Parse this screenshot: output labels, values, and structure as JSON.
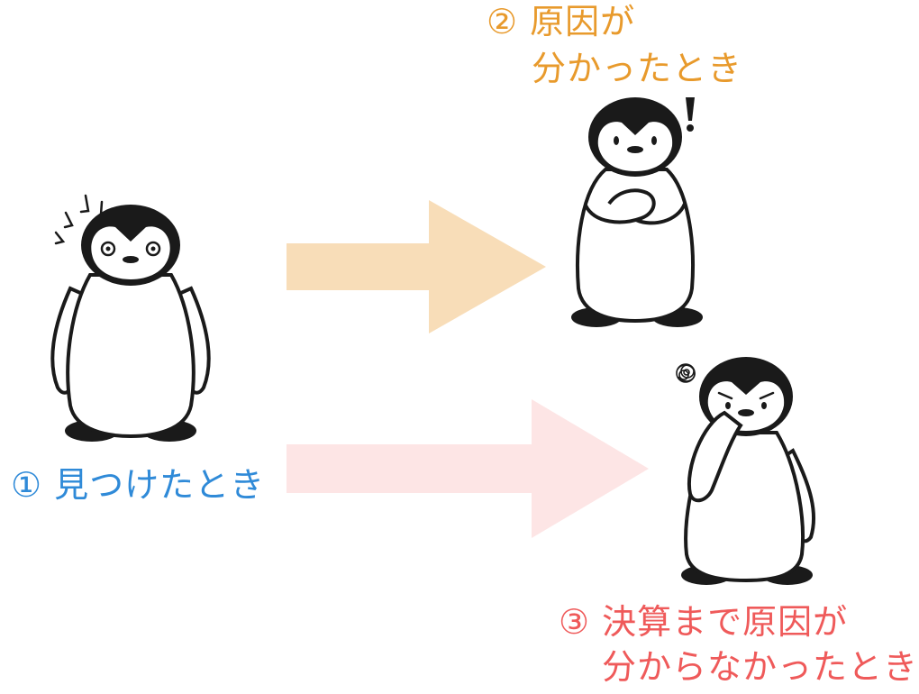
{
  "colors": {
    "step1": "#2f8ad8",
    "step2": "#e89a2c",
    "step3": "#ef5a5a",
    "arrow_upper": "#f8ddb8",
    "arrow_lower": "#fde5e5",
    "ink": "#1a1a1a"
  },
  "labels": {
    "step1": "① 見つけたとき",
    "step2_line1": "② 原因が",
    "step2_line2": "分かったとき",
    "step3_line1": "③ 決算まで原因が",
    "step3_line2": "分からなかったとき"
  },
  "icons": {
    "penguin1": "startled-penguin-icon",
    "penguin2": "relieved-penguin-icon",
    "penguin3": "worried-penguin-icon",
    "exclamation": "exclamation-icon",
    "scribble": "confusion-scribble-icon"
  }
}
